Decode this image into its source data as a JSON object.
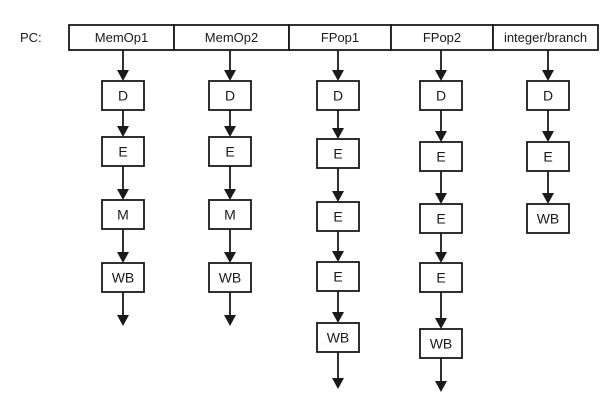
{
  "pc_label": "PC:",
  "slots": [
    "MemOp1",
    "MemOp2",
    "FPop1",
    "FPop2",
    "integer/branch"
  ],
  "pipelines": [
    {
      "slot": "MemOp1",
      "stages": [
        "D",
        "E",
        "M",
        "WB"
      ]
    },
    {
      "slot": "MemOp2",
      "stages": [
        "D",
        "E",
        "M",
        "WB"
      ]
    },
    {
      "slot": "FPop1",
      "stages": [
        "D",
        "E",
        "E",
        "E",
        "WB"
      ]
    },
    {
      "slot": "FPop2",
      "stages": [
        "D",
        "E",
        "E",
        "E",
        "WB"
      ]
    },
    {
      "slot": "integer/branch",
      "stages": [
        "D",
        "E",
        "WB"
      ]
    }
  ],
  "trailing_arrows": [
    true,
    true,
    true,
    true,
    false
  ]
}
